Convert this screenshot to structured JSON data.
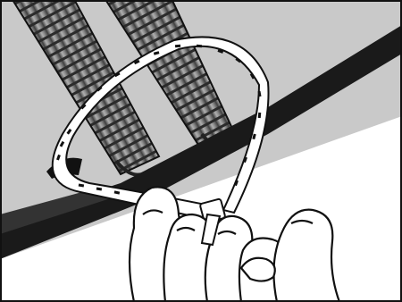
{
  "illustration": {
    "subject": "",
    "colors": {
      "background_top": "#c9c9c9",
      "background_bottom": "#ffffff",
      "panel_dark": "#1a1a1a",
      "spring_light": "#9a9a9a",
      "spring_dark": "#5a5a5a",
      "outline": "#111111",
      "skin": "#ffffff",
      "tie": "#ffffff"
    },
    "icons": [
      "coil-spring",
      "cable-tie",
      "hand"
    ]
  }
}
